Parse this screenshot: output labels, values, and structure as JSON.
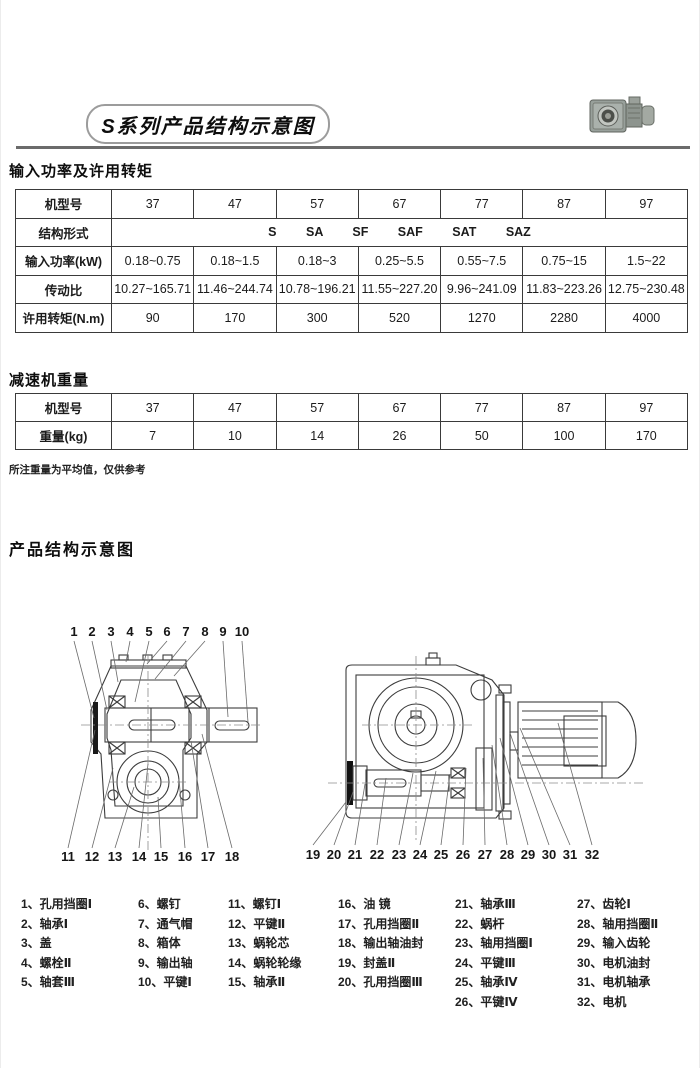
{
  "header": {
    "title": "S系列产品结构示意图"
  },
  "power": {
    "heading": "输入功率及许用转矩",
    "rows": [
      {
        "h": "机型号",
        "c": [
          "37",
          "47",
          "57",
          "67",
          "77",
          "87",
          "97"
        ]
      },
      {
        "h": "结构形式",
        "merged": "S SA SF SAF SAT SAZ"
      },
      {
        "h": "输入功率(kW)",
        "c": [
          "0.18~0.75",
          "0.18~1.5",
          "0.18~3",
          "0.25~5.5",
          "0.55~7.5",
          "0.75~15",
          "1.5~22"
        ]
      },
      {
        "h": "传动比",
        "c": [
          "10.27~165.71",
          "11.46~244.74",
          "10.78~196.21",
          "11.55~227.20",
          "9.96~241.09",
          "11.83~223.26",
          "12.75~230.48"
        ]
      },
      {
        "h": "许用转矩(N.m)",
        "c": [
          "90",
          "170",
          "300",
          "520",
          "1270",
          "2280",
          "4000"
        ]
      }
    ]
  },
  "weight": {
    "heading": "减速机重量",
    "rows": [
      {
        "h": "机型号",
        "c": [
          "37",
          "47",
          "57",
          "67",
          "77",
          "87",
          "97"
        ]
      },
      {
        "h": "重量(kg)",
        "c": [
          "7",
          "10",
          "14",
          "26",
          "50",
          "100",
          "170"
        ]
      }
    ],
    "note": "所注重量为平均值，仅供参考"
  },
  "structure": {
    "heading": "产品结构示意图"
  },
  "diagram": {
    "left_top": [
      "1",
      "2",
      "3",
      "4",
      "5",
      "6",
      "7",
      "8",
      "9",
      "10"
    ],
    "left_bottom": [
      "11",
      "12",
      "13",
      "14",
      "15",
      "16",
      "17",
      "18"
    ],
    "right": [
      "19",
      "20",
      "21",
      "22",
      "23",
      "24",
      "25",
      "26",
      "27",
      "28",
      "29",
      "30",
      "31",
      "32"
    ]
  },
  "parts": {
    "columns": [
      [
        "1、孔用挡圈Ⅰ",
        "2、轴承Ⅰ",
        "3、盖",
        "4、螺栓Ⅱ",
        "5、轴套Ⅲ"
      ],
      [
        "6、螺钉",
        "7、通气帽",
        "8、箱体",
        "9、输出轴",
        "10、平键Ⅰ"
      ],
      [
        "11、螺钉Ⅰ",
        "12、平键Ⅱ",
        "13、蜗轮芯",
        "14、蜗轮轮缘",
        "15、轴承Ⅱ"
      ],
      [
        "16、油 镜",
        "17、孔用挡圈Ⅱ",
        "18、输出轴油封",
        "19、封盖Ⅱ",
        "20、孔用挡圈Ⅲ"
      ],
      [
        "21、轴承Ⅲ",
        "22、蜗杆",
        "23、轴用挡圈Ⅰ",
        "24、平键Ⅲ",
        "25、轴承Ⅳ",
        "26、平键Ⅳ"
      ],
      [
        "27、齿轮Ⅰ",
        "28、轴用挡圈Ⅱ",
        "29、输入齿轮",
        "30、电机油封",
        "31、电机轴承",
        "32、电机"
      ]
    ]
  }
}
